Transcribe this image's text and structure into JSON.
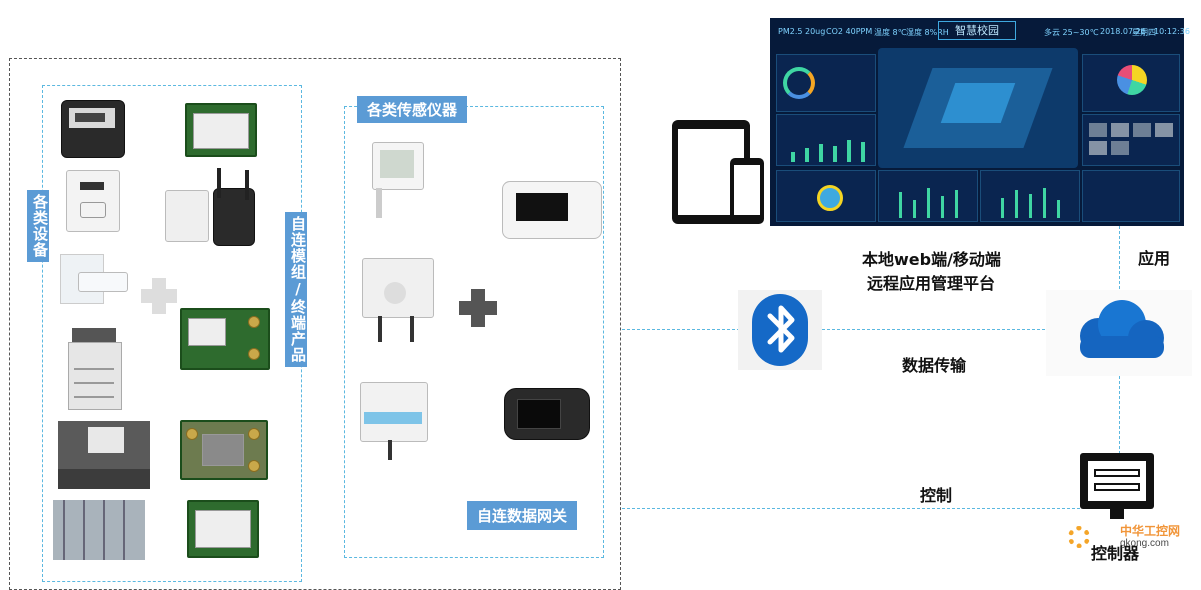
{
  "labels": {
    "devices": "各类设备",
    "modules": "自连模组/终端产品",
    "sensors": "各类传感仪器",
    "gateway": "自连数据网关",
    "platform_line1": "本地web端/移动端",
    "platform_line2": "远程应用管理平台",
    "application": "应用",
    "data_transfer": "数据传输",
    "control": "控制",
    "controller": "控制器"
  },
  "dashboard": {
    "title": "智慧校园",
    "pm": "PM2.5 20ug",
    "co2": "CO2 40PPM",
    "temp": "温度 8℃",
    "humidity": "湿度 8%RH",
    "weather": "多云 25~30℃",
    "date": "2018.07.26",
    "weekday": "星期四",
    "time": "10:12:36"
  },
  "watermark": {
    "brand": "中华工控网",
    "url": "gkong.com"
  },
  "icons": {
    "bluetooth": "bluetooth-icon",
    "cloud": "cloud-icon",
    "controller": "computer-controller-icon",
    "tablet": "tablet-phone-icon"
  },
  "colors": {
    "label_bg": "#5b9bd5",
    "dash_blue": "#5bb8e0",
    "bluetooth_blue": "#1569c7",
    "cloud_blue": "#1565c0"
  }
}
